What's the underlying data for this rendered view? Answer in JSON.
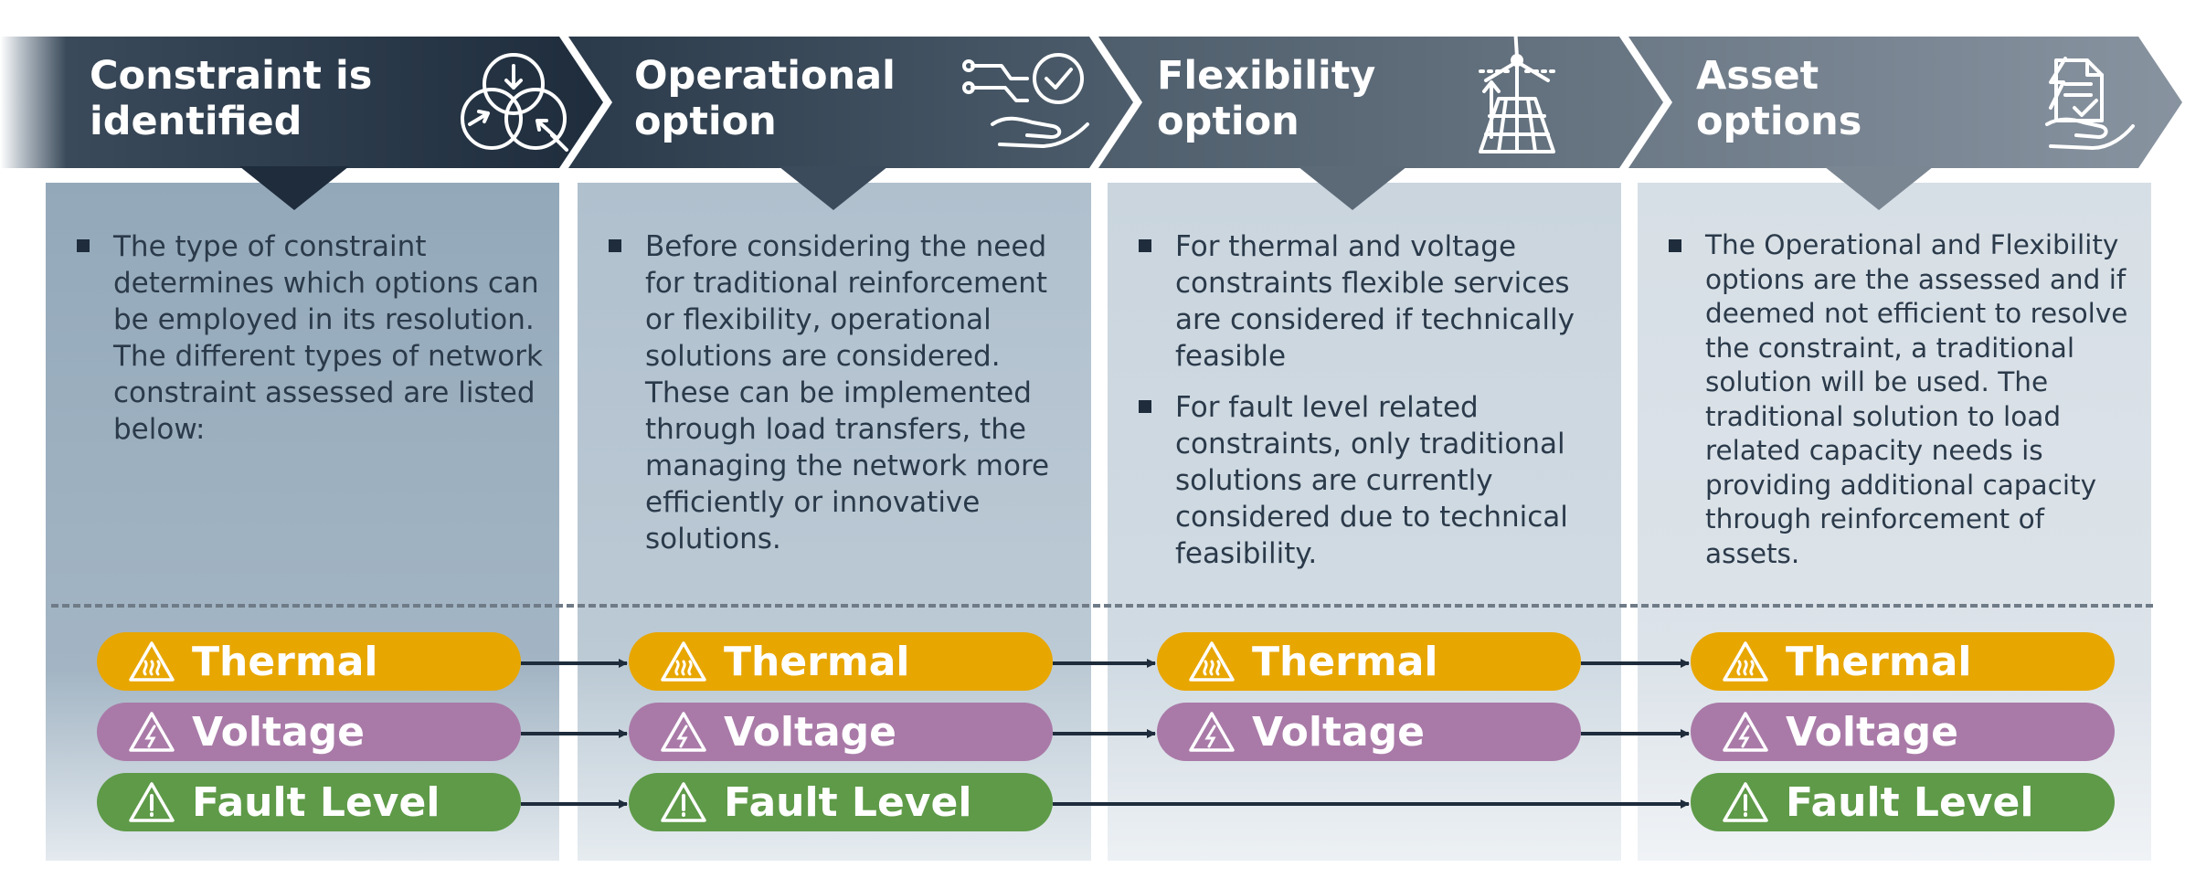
{
  "steps": [
    {
      "title_lines": [
        "Constraint is",
        "identified"
      ],
      "icon": "venn-diagram-magnifier-icon",
      "bullets": [
        "The type of constraint determines which options can be employed in its resolution. The different types of network constraint assessed are listed below:"
      ]
    },
    {
      "title_lines": [
        "Operational",
        "option"
      ],
      "icon": "hand-circuit-checkmark-icon",
      "bullets": [
        "Before considering the need for traditional reinforcement or flexibility, operational solutions are considered. These can be implemented through load transfers, the managing the network more efficiently or innovative solutions."
      ]
    },
    {
      "title_lines": [
        "Flexibility",
        "option"
      ],
      "icon": "wind-turbine-solar-panel-icon",
      "bullets": [
        "For thermal and voltage constraints flexible services are considered if technically feasible",
        "For fault level related constraints, only traditional solutions are currently considered due to technical feasibility."
      ]
    },
    {
      "title_lines": [
        "Asset",
        "options"
      ],
      "icon": "hand-document-lightning-icon",
      "bullets": [
        "The Operational and Flexibility options are the assessed and if deemed not efficient to resolve the constraint, a traditional solution will be used. The traditional solution to load related capacity needs is providing additional capacity through reinforcement of assets."
      ]
    }
  ],
  "constraint_types": [
    {
      "label": "Thermal",
      "color": "#e8a600",
      "icon": "heat-warning-icon",
      "columns": [
        0,
        1,
        2,
        3
      ]
    },
    {
      "label": "Voltage",
      "color": "#a97aa8",
      "icon": "lightning-warning-icon",
      "columns": [
        0,
        1,
        2,
        3
      ]
    },
    {
      "label": "Fault Level",
      "color": "#5e9a48",
      "icon": "exclamation-warning-icon",
      "columns": [
        0,
        1,
        3
      ]
    }
  ],
  "colors": {
    "header_dark": "#1e2c3c",
    "header_mid": "#4a5a6a",
    "header_light": "#7a8794",
    "panel_1": "#97acbd",
    "panel_2": "#b0c0cd",
    "panel_3": "#cad5de",
    "panel_4": "#d9e1e7",
    "arrow": "#1e2c3c"
  }
}
